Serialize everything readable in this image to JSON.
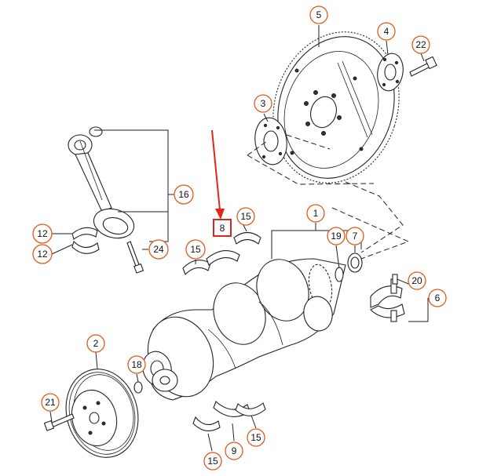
{
  "colors": {
    "callout": "#e05a1a",
    "highlight": "#e0261a",
    "line": "#222222"
  },
  "callouts": {
    "c1": "1",
    "c2": "2",
    "c3": "3",
    "c4": "4",
    "c5": "5",
    "c6": "6",
    "c7": "7",
    "c9": "9",
    "c12a": "12",
    "c12b": "12",
    "c15a": "15",
    "c15b": "15",
    "c15c": "15",
    "c15d": "15",
    "c16": "16",
    "c18": "18",
    "c19": "19",
    "c20": "20",
    "c21": "21",
    "c22": "22",
    "c24": "24"
  },
  "highlight": {
    "label": "8"
  }
}
